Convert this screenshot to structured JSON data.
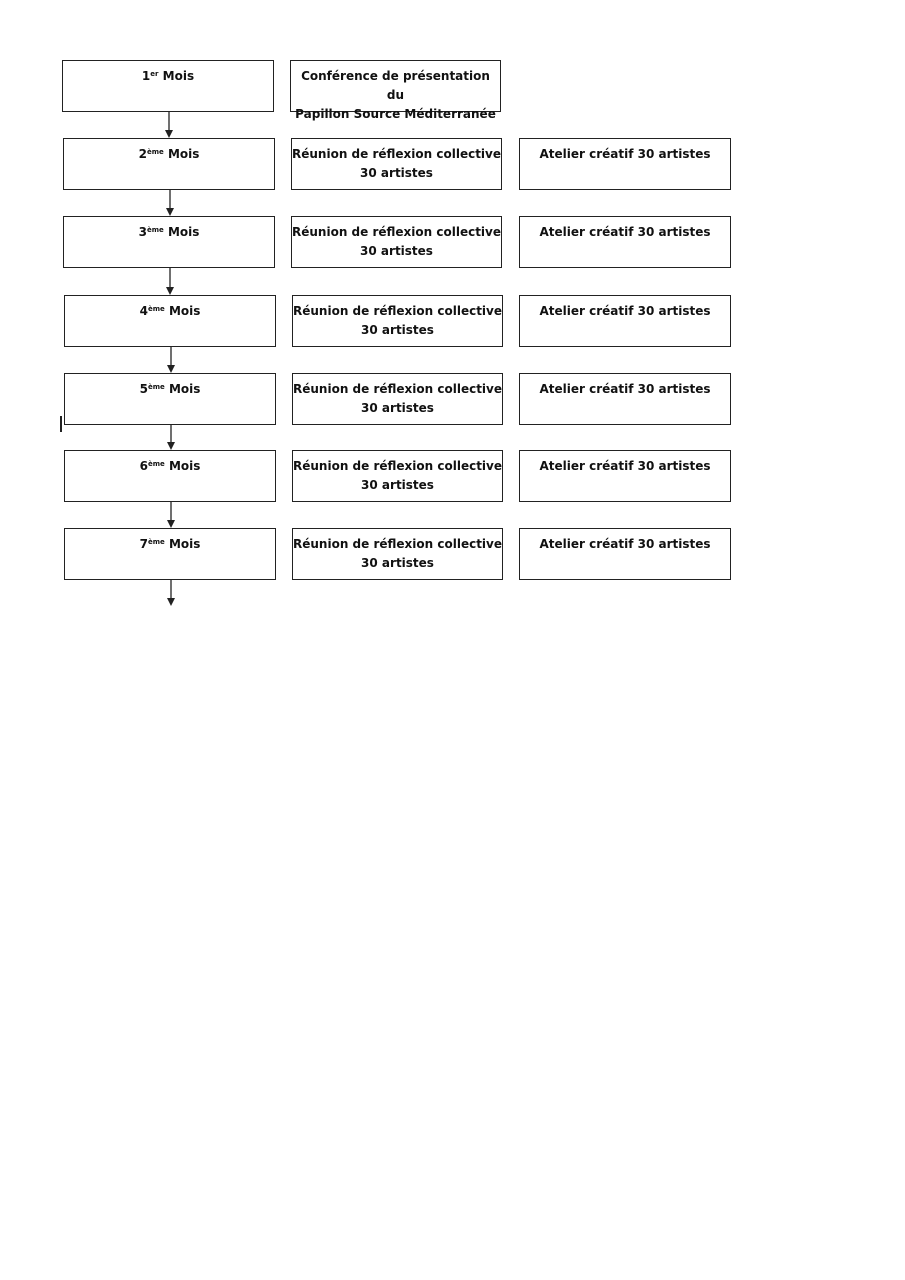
{
  "rows": [
    {
      "month_num": "1",
      "month_sup": "er",
      "month_word": "Mois",
      "col2": [
        "Conférence de présentation du",
        "Papillon Source Méditerranée"
      ],
      "col3": ""
    },
    {
      "month_num": "2",
      "month_sup": "ème",
      "month_word": "Mois",
      "col2": [
        "Réunion de réflexion collective",
        "30 artistes"
      ],
      "col3": "Atelier créatif 30 artistes"
    },
    {
      "month_num": "3",
      "month_sup": "ème",
      "month_word": "Mois",
      "col2": [
        "Réunion de réflexion collective",
        "30 artistes"
      ],
      "col3": "Atelier créatif 30 artistes"
    },
    {
      "month_num": "4",
      "month_sup": "ème",
      "month_word": "Mois",
      "col2": [
        "Réunion de réflexion collective",
        "30 artistes"
      ],
      "col3": "Atelier créatif 30 artistes"
    },
    {
      "month_num": "5",
      "month_sup": "ème",
      "month_word": "Mois",
      "col2": [
        "Réunion de réflexion collective",
        "30 artistes"
      ],
      "col3": "Atelier créatif 30 artistes"
    },
    {
      "month_num": "6",
      "month_sup": "ème",
      "month_word": "Mois",
      "col2": [
        "Réunion de réflexion collective",
        "30 artistes"
      ],
      "col3": "Atelier créatif 30 artistes"
    },
    {
      "month_num": "7",
      "month_sup": "ème",
      "month_word": "Mois",
      "col2": [
        "Réunion de réflexion collective",
        "30 artistes"
      ],
      "col3": "Atelier créatif 30 artistes"
    }
  ],
  "colors": {
    "border": "#222222",
    "text": "#111111",
    "background": "#ffffff"
  }
}
